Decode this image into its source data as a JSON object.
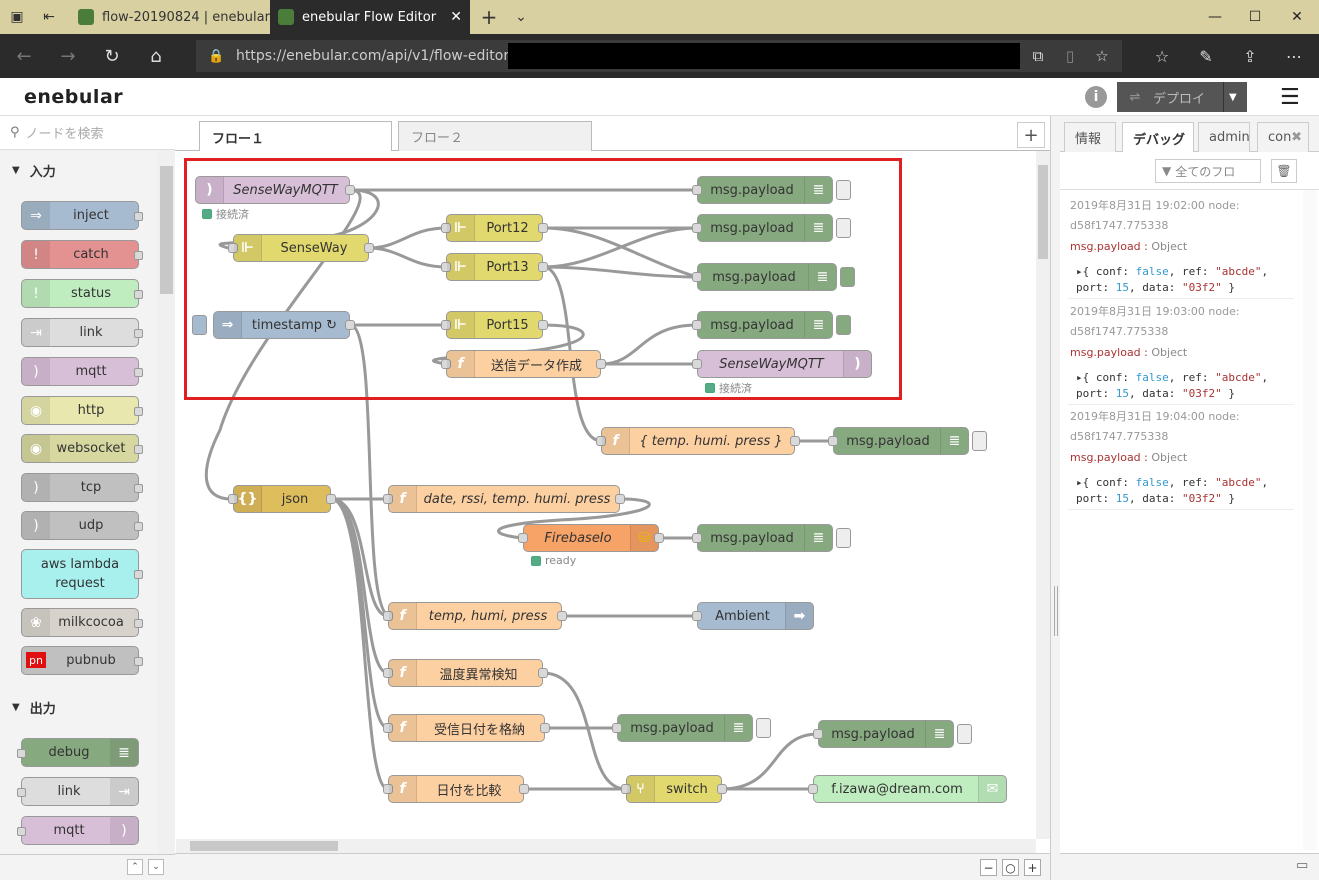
{
  "browser": {
    "tabs": [
      {
        "label": "flow-20190824 | enebular"
      },
      {
        "label": "enebular Flow Editor"
      }
    ],
    "url_prefix": "https://enebular.com/api/v1/flow-editor/open/"
  },
  "header": {
    "logo": "enebular",
    "deploy_label": "デプロイ"
  },
  "palette": {
    "search_placeholder": "ノードを検索",
    "input_category": "入力",
    "output_category": "出力",
    "input_nodes": [
      {
        "label": "inject",
        "color": "#a6bbcf"
      },
      {
        "label": "catch",
        "color": "#e49191"
      },
      {
        "label": "status",
        "color": "#c0edc0"
      },
      {
        "label": "link",
        "color": "#dddddd"
      },
      {
        "label": "mqtt",
        "color": "#d8bfd8"
      },
      {
        "label": "http",
        "color": "#e7e7ae"
      },
      {
        "label": "websocket",
        "color": "#d7d7a0"
      },
      {
        "label": "tcp",
        "color": "#c0c0c0"
      },
      {
        "label": "udp",
        "color": "#c0c0c0"
      },
      {
        "label": "aws lambda request",
        "color": "#a7f0ee"
      },
      {
        "label": "milkcocoa",
        "color": "#d7d3cc"
      },
      {
        "label": "pubnub",
        "color": "#c0c0c0"
      }
    ],
    "output_nodes": [
      {
        "label": "debug",
        "color": "#87a980"
      },
      {
        "label": "link",
        "color": "#dddddd"
      },
      {
        "label": "mqtt",
        "color": "#d8bfd8"
      }
    ]
  },
  "workspace": {
    "tabs": [
      {
        "label": "フロー１"
      },
      {
        "label": "フロー２"
      }
    ],
    "nodes": {
      "sensewaymqtt_in": "SenseWayMQTT",
      "status_connected": "接続済",
      "senseway": "SenseWay",
      "port12": "Port12",
      "port13": "Port13",
      "port15": "Port15",
      "timestamp": "timestamp ↻",
      "create_send_data": "送信データ作成",
      "sensewaymqtt_out": "SenseWayMQTT",
      "msg_payload": "msg.payload",
      "fn_temp_humi_press_brace": "{ temp. humi. press }",
      "json": "json",
      "fn_date_rssi": "date, rssi, temp. humi. press",
      "firebaseio": "FirebaseIo",
      "status_ready": "ready",
      "fn_temp_humi_press": "temp, humi, press",
      "ambient": "Ambient",
      "fn_temp_alert": "温度異常検知",
      "fn_store_date": "受信日付を格納",
      "fn_compare_date": "日付を比較",
      "switch": "switch",
      "email": "f.izawa@dream.com"
    }
  },
  "sidebar": {
    "tabs": [
      {
        "label": "情報"
      },
      {
        "label": "デバッグ"
      },
      {
        "label": "admin"
      },
      {
        "label": "con"
      }
    ],
    "filter_label": "全てのフロ",
    "messages": [
      {
        "meta": "2019年8月31日 19:02:00  node:",
        "node_id": "d58f1747.775338",
        "topic": "msg.payload : ",
        "type": "Object",
        "line1_pre": "▸{ conf: ",
        "line1_false": "false",
        "line1_mid": ", ref: ",
        "line1_ref": "\"abcde\"",
        "line1_end": ",",
        "line2_pre": "port: ",
        "line2_port": "15",
        "line2_mid": ", data: ",
        "line2_data": "\"03f2\"",
        "line2_end": " }"
      },
      {
        "meta": "2019年8月31日 19:03:00  node:",
        "node_id": "d58f1747.775338",
        "topic": "msg.payload : ",
        "type": "Object",
        "line1_pre": "▸{ conf: ",
        "line1_false": "false",
        "line1_mid": ", ref: ",
        "line1_ref": "\"abcde\"",
        "line1_end": ",",
        "line2_pre": "port: ",
        "line2_port": "15",
        "line2_mid": ", data: ",
        "line2_data": "\"03f2\"",
        "line2_end": " }"
      },
      {
        "meta": "2019年8月31日 19:04:00  node:",
        "node_id": "d58f1747.775338",
        "topic": "msg.payload : ",
        "type": "Object",
        "line1_pre": "▸{ conf: ",
        "line1_false": "false",
        "line1_mid": ", ref: ",
        "line1_ref": "\"abcde\"",
        "line1_end": ",",
        "line2_pre": "port: ",
        "line2_port": "15",
        "line2_mid": ", data: ",
        "line2_data": "\"03f2\"",
        "line2_end": " }"
      }
    ]
  }
}
